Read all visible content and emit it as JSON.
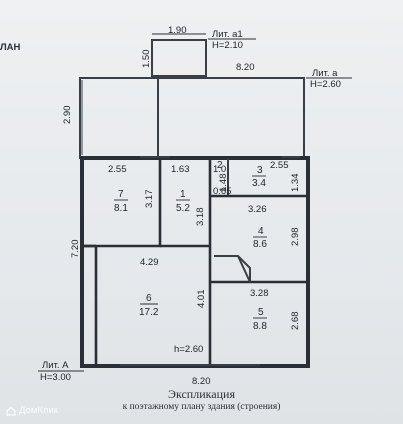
{
  "header": {
    "plan_word": "ЛАН"
  },
  "annexes": {
    "a1": {
      "name": "Лит. а1",
      "height": "Н=2.10"
    },
    "a": {
      "name": "Лит. а",
      "height": "Н=2.60"
    },
    "A": {
      "name": "Лит. А",
      "height": "Н=3.00"
    }
  },
  "dimensions": {
    "a1_width": "1.90",
    "a1_depth": "1.50",
    "veranda_length": "8.20",
    "veranda_depth": "2.90",
    "top_left_width": "2.55",
    "top_right_width": "2.55",
    "room1_width": "1.63",
    "room2_width": "1.0",
    "small_a": "0.65",
    "small_b": "1.48",
    "room3_depth": "1.34",
    "room7_depth": "3.17",
    "room1_depth": "3.18",
    "room4_width": "3.26",
    "room4_depth": "2.98",
    "room6_width": "4.29",
    "room6_depth": "4.01",
    "room5_width": "3.28",
    "room5_depth": "2.68",
    "house_depth": "7.20",
    "bottom_length": "8.20",
    "inner_height": "h=2.60"
  },
  "rooms": [
    {
      "id": "7",
      "num": "7",
      "area": "8.1"
    },
    {
      "id": "1",
      "num": "1",
      "area": "5.2"
    },
    {
      "id": "2",
      "num": "2",
      "area": ""
    },
    {
      "id": "3",
      "num": "3",
      "area": "3.4"
    },
    {
      "id": "4",
      "num": "4",
      "area": "8.6"
    },
    {
      "id": "6",
      "num": "6",
      "area": "17.2"
    },
    {
      "id": "5",
      "num": "5",
      "area": "8.8"
    }
  ],
  "caption": {
    "title": "Экспликация",
    "subtitle": "к поэтажному плану здания (строения)"
  },
  "watermark": {
    "text": "ДомКлик",
    "icon": "domclick-logo-icon"
  }
}
